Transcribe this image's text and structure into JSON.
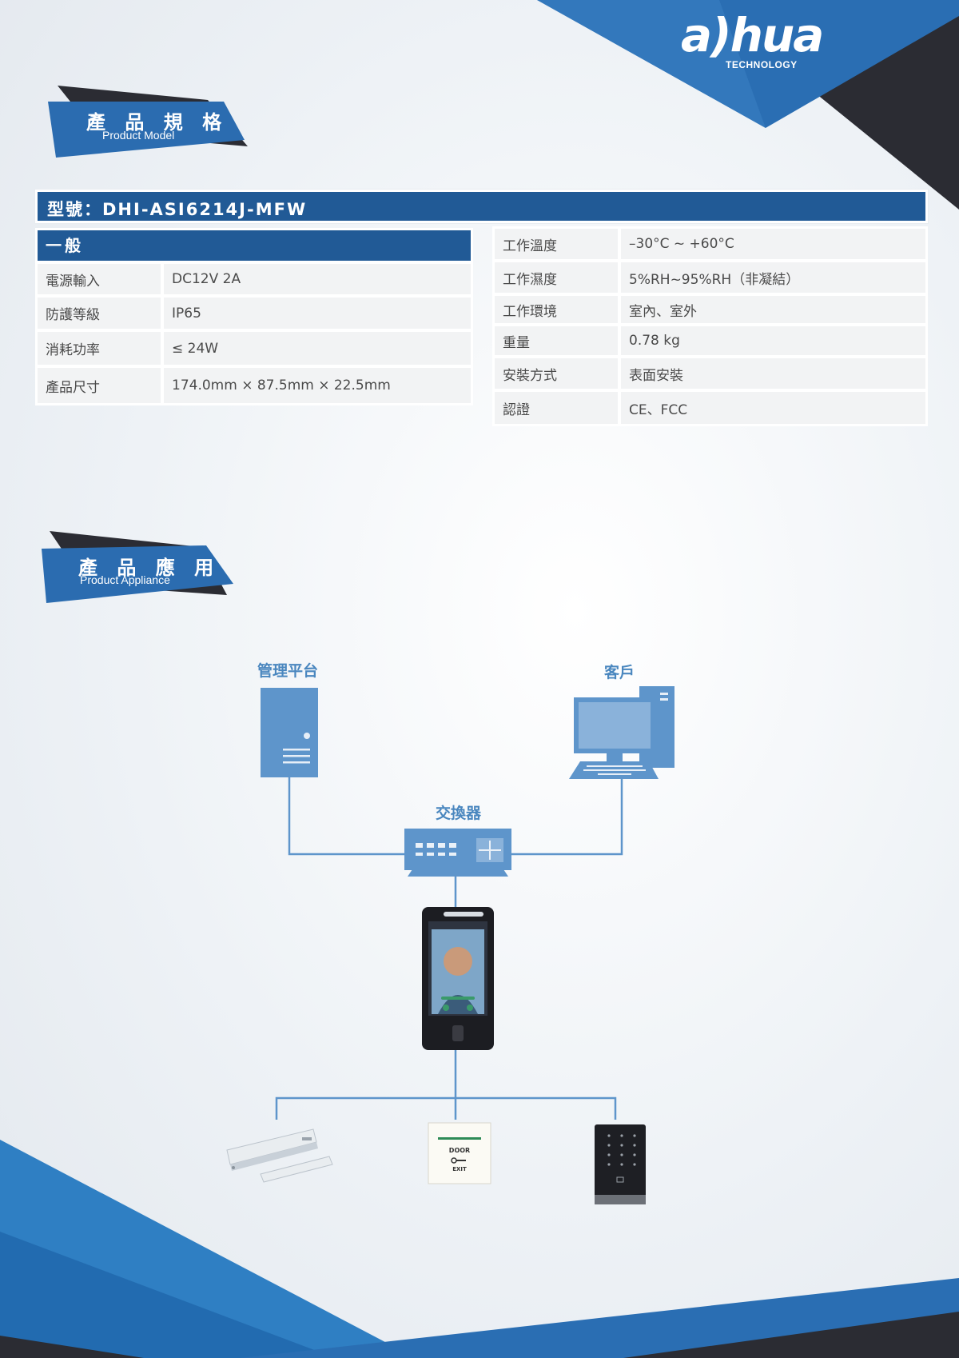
{
  "brand": {
    "logo_word": "a)hua",
    "logo_sub": "TECHNOLOGY"
  },
  "spec_section": {
    "title": "產 品 規 格",
    "subtitle": "Product Model"
  },
  "model_line": "型號：DHI-ASI6214J-MFW",
  "general_table": {
    "header": "一般",
    "rows": [
      {
        "label": "電源輸入",
        "value": "DC12V 2A"
      },
      {
        "label": "防護等級",
        "value": "IP65"
      },
      {
        "label": "消耗功率",
        "value": "≤ 24W"
      },
      {
        "label": "產品尺寸",
        "value": "174.0mm × 87.5mm × 22.5mm"
      }
    ]
  },
  "env_table": {
    "rows": [
      {
        "label": "工作溫度",
        "value": "–30°C ~ +60°C"
      },
      {
        "label": "工作濕度",
        "value": "5%RH~95%RH（非凝結）"
      },
      {
        "label": "工作環境",
        "value": "室內、室外"
      },
      {
        "label": "重量",
        "value": "0.78 kg"
      },
      {
        "label": "安裝方式",
        "value": "表面安裝"
      },
      {
        "label": "認證",
        "value": "CE、FCC"
      }
    ]
  },
  "app_section": {
    "title": "產 品 應 用",
    "subtitle": "Product Appliance"
  },
  "diagram": {
    "platform_label": "管理平台",
    "client_label": "客戶",
    "switch_label": "交換器",
    "exit_button_text_1": "DOOR",
    "exit_button_text_2": "EXIT"
  },
  "colors": {
    "brand_blue": "#215a96",
    "accent_blue": "#2b6cb0",
    "dark": "#2b2c33",
    "diagram_blue": "#5e95cb"
  }
}
